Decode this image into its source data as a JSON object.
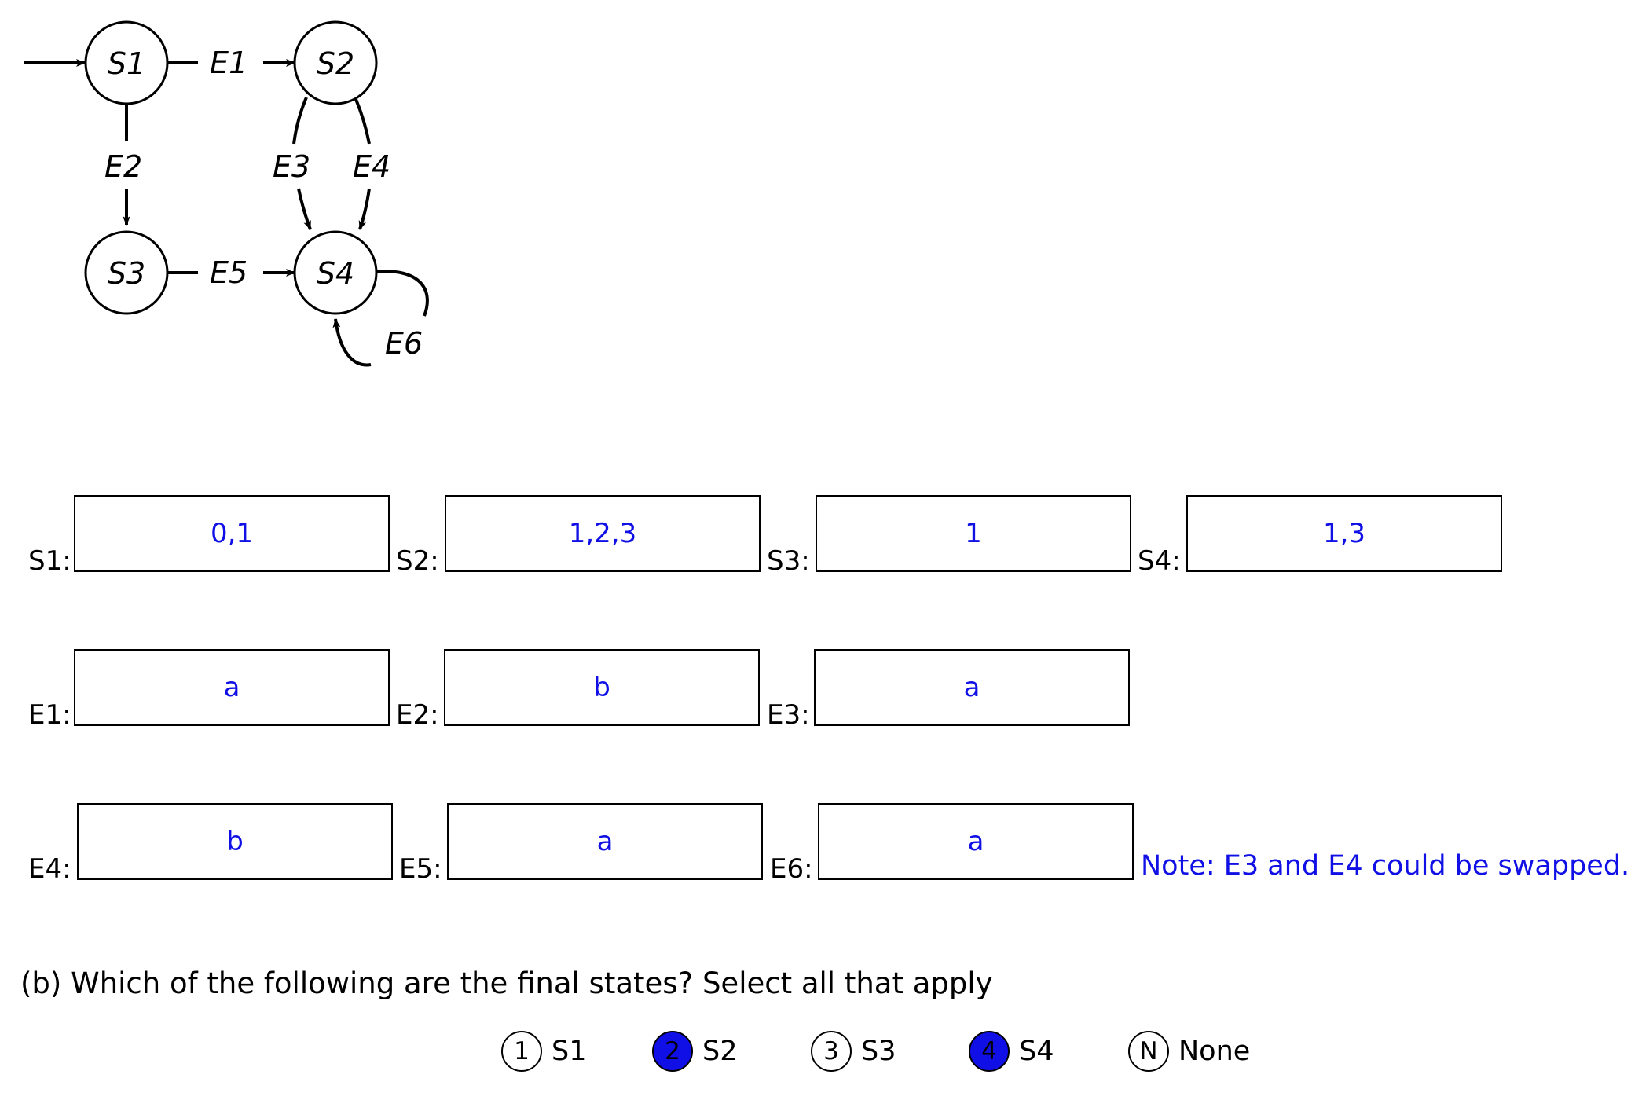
{
  "diagram": {
    "states": [
      "S1",
      "S2",
      "S3",
      "S4"
    ],
    "edges": [
      "E1",
      "E2",
      "E3",
      "E4",
      "E5",
      "E6"
    ]
  },
  "fields": {
    "S1": {
      "label": "S1:",
      "value": "0,1"
    },
    "S2": {
      "label": "S2:",
      "value": "1,2,3"
    },
    "S3": {
      "label": "S3:",
      "value": "1"
    },
    "S4": {
      "label": "S4:",
      "value": "1,3"
    },
    "E1": {
      "label": "E1:",
      "value": "a"
    },
    "E2": {
      "label": "E2:",
      "value": "b"
    },
    "E3": {
      "label": "E3:",
      "value": "a"
    },
    "E4": {
      "label": "E4:",
      "value": "b"
    },
    "E5": {
      "label": "E5:",
      "value": "a"
    },
    "E6": {
      "label": "E6:",
      "value": "a"
    }
  },
  "note": "Note: E3 and E4 could be swapped.",
  "question": {
    "text": "(b) Which of the following are the final states? Select all that apply",
    "options": [
      {
        "key": "1",
        "label": "S1",
        "selected": false
      },
      {
        "key": "2",
        "label": "S2",
        "selected": true
      },
      {
        "key": "3",
        "label": "S3",
        "selected": false
      },
      {
        "key": "4",
        "label": "S4",
        "selected": true
      },
      {
        "key": "N",
        "label": "None",
        "selected": false
      }
    ]
  },
  "colors": {
    "answer": "#1010e6",
    "selected_fill": "#1010e6"
  }
}
